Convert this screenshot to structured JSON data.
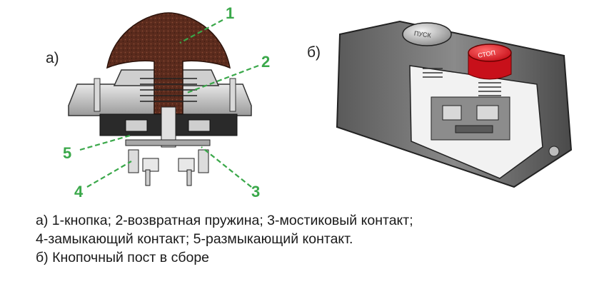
{
  "panel_a": {
    "letter": "а)",
    "callouts": {
      "c1": "1",
      "c2": "2",
      "c3": "3",
      "c4": "4",
      "c5": "5"
    }
  },
  "panel_b": {
    "letter": "б)",
    "button_start": "ПУСК",
    "button_stop": "СТОП"
  },
  "caption": {
    "line1": "а) 1-кнопка; 2-возвратная пружина; 3-мостиковый контакт;",
    "line2": "4-замыкающий контакт; 5-размыкающий контакт.",
    "line3": "б) Кнопочный пост в сборе"
  },
  "colors": {
    "callout": "#3aa84a",
    "knob": "#5a2a1c",
    "stop": "#e8252e",
    "body": "#6e6e6e"
  }
}
